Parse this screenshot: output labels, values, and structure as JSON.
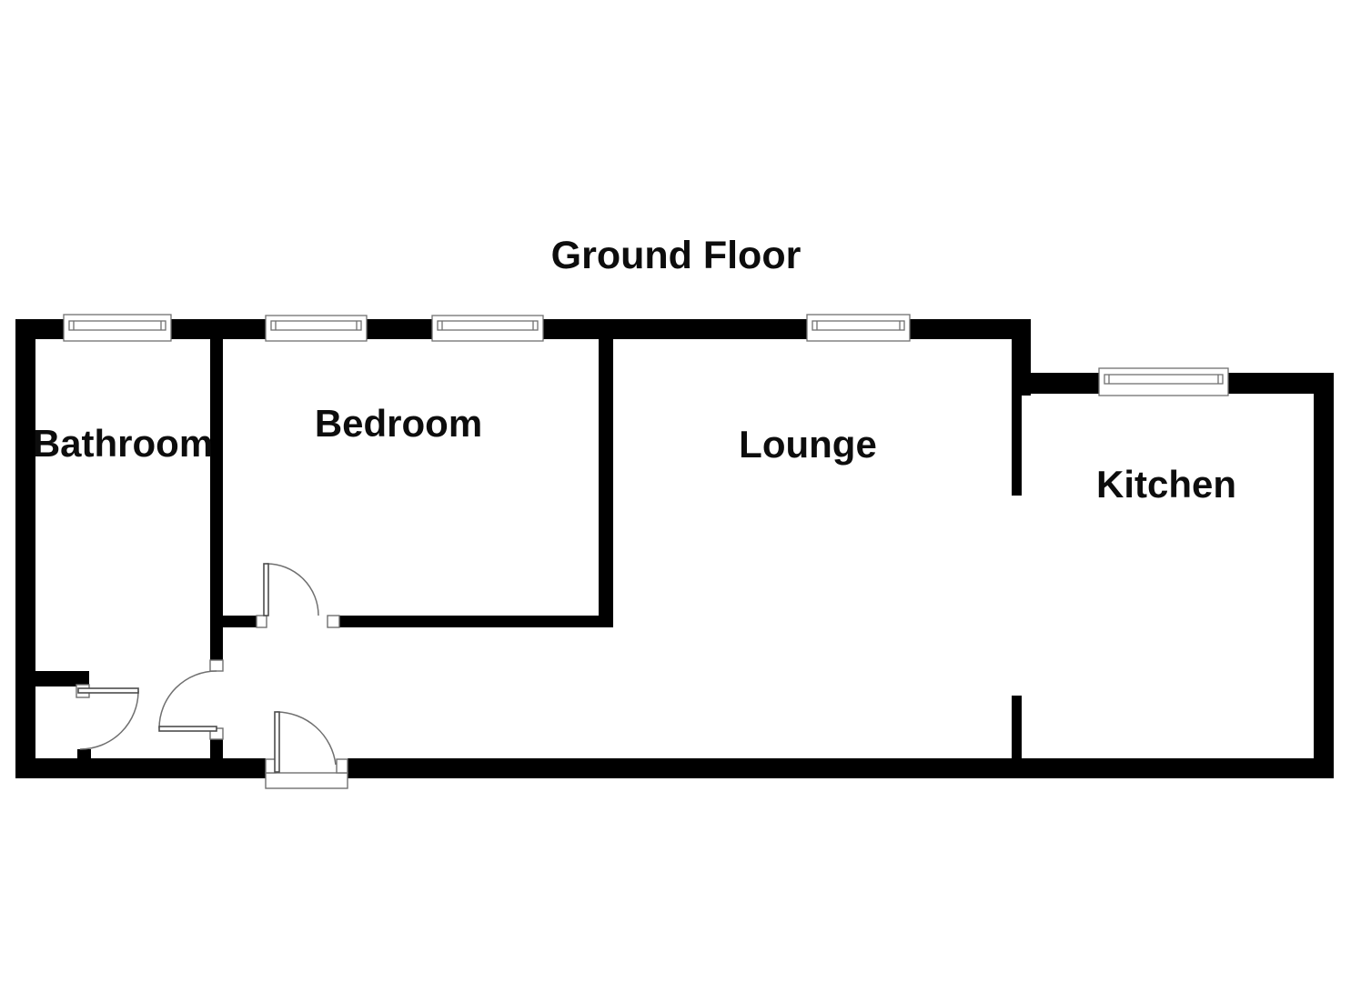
{
  "title": "Ground Floor",
  "rooms": [
    {
      "name": "Bathroom"
    },
    {
      "name": "Bedroom"
    },
    {
      "name": "Lounge"
    },
    {
      "name": "Kitchen"
    }
  ],
  "colors": {
    "background": "#ffffff",
    "wall": "#000000",
    "line": "#707070",
    "leaf_outline": "#4d4d4d",
    "text": "#0d0d0d"
  }
}
